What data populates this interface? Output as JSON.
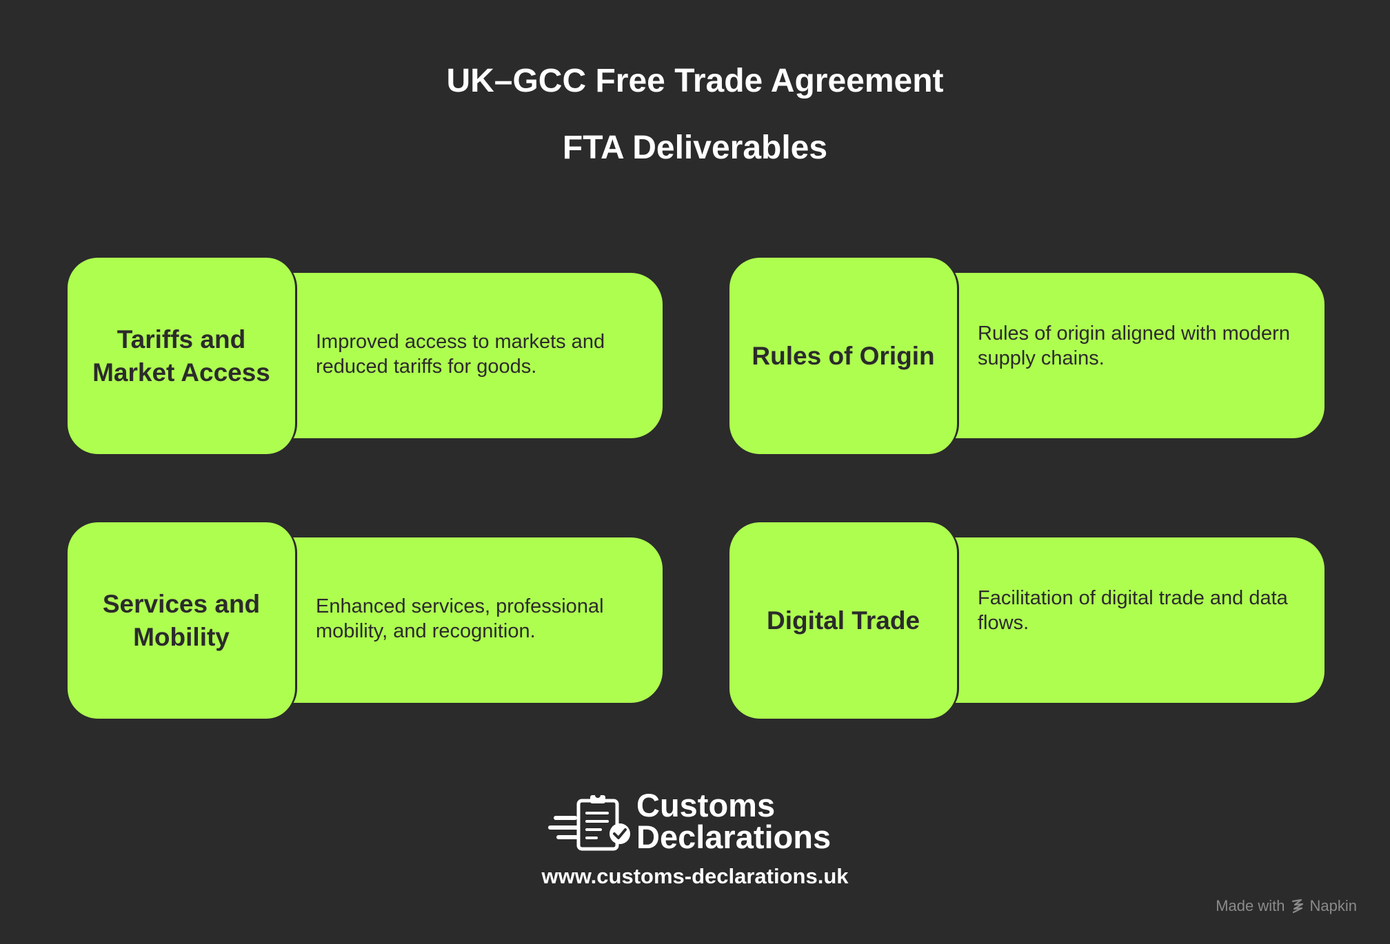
{
  "header": {
    "title": "UK–GCC Free Trade Agreement",
    "subtitle": "FTA Deliverables"
  },
  "cards": [
    {
      "heading": "Tariffs and Market Access",
      "description": "Improved access to markets and reduced tariffs for goods."
    },
    {
      "heading": "Rules of Origin",
      "description": "Rules of origin aligned with modern supply chains."
    },
    {
      "heading": "Services and Mobility",
      "description": "Enhanced services, professional mobility, and recognition."
    },
    {
      "heading": "Digital Trade",
      "description": "Facilitation of digital trade and data flows."
    }
  ],
  "brand": {
    "name_line1": "Customs",
    "name_line2": "Declarations",
    "logo_icon": "clipboard-check-icon",
    "website": "www.customs-declarations.uk"
  },
  "credit": {
    "made_with": "Made with",
    "tool": "Napkin",
    "tool_icon": "napkin-icon"
  },
  "colors": {
    "background": "#2b2b2b",
    "card": "#aefe50",
    "text_dark": "#2b2b2b",
    "text_light": "#ffffff",
    "credit_text": "#8a8a8a"
  }
}
